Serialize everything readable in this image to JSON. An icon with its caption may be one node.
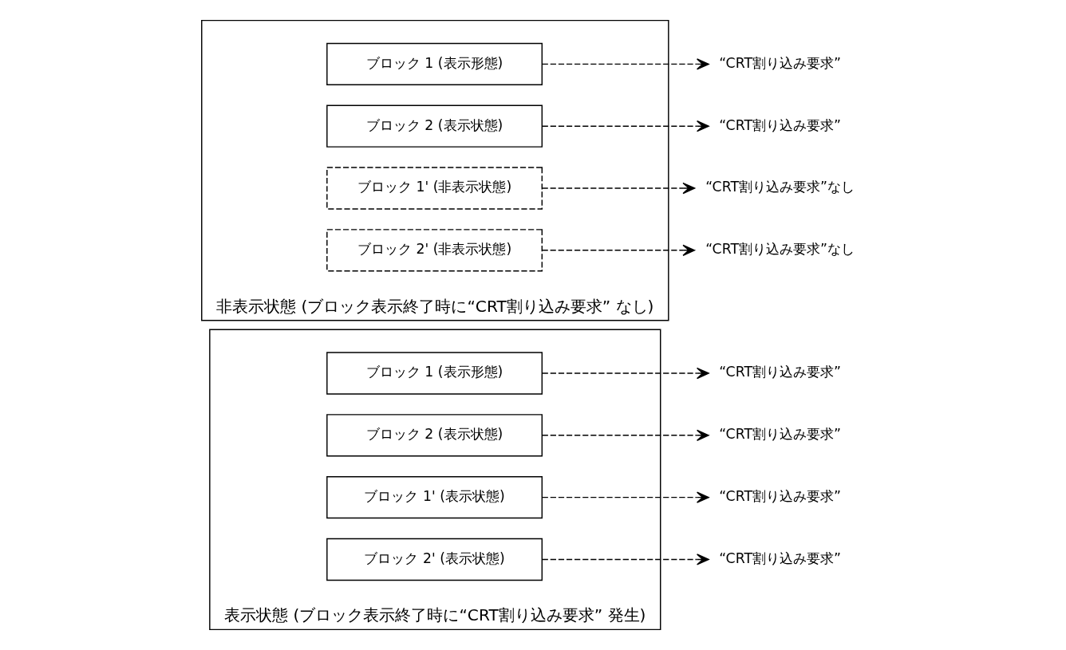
{
  "diagram": {
    "nodes": [
      {
        "text": [
          "表示状態 (ブロック表示終了時に“CRT割り込み要求” 発生)"
        ]
      },
      {
        "text": [
          "ブロック 1 (表示形態)"
        ],
        "in": 0
      },
      {
        "text": [
          "ブロック 2 (表示状態)"
        ],
        "in": 0
      },
      {
        "text": [
          "ブロック 1' (表示状態)"
        ],
        "in": 0
      },
      {
        "text": [
          "ブロック 2' (表示状態)"
        ],
        "in": 0
      },
      {
        "text": [
          "“CRT割り込み要求”"
        ]
      },
      {
        "text": [
          "“CRT割り込み要求”"
        ]
      },
      {
        "text": [
          "“CRT割り込み要求”"
        ]
      },
      {
        "text": [
          "“CRT割り込み要求”"
        ]
      },
      {
        "text": [
          "非表示状態 (ブロック表示終了時に“CRT割り込み要求” なし)"
        ]
      },
      {
        "text": [
          "ブロック 1 (表示形態)"
        ],
        "in": 9
      },
      {
        "text": [
          "ブロック 2 (表示状態)"
        ],
        "in": 9
      },
      {
        "text": [
          "ブロック 1' (非表示状態)"
        ],
        "in": 9
      },
      {
        "text": [
          "ブロック 2' (非表示状態)"
        ],
        "in": 9
      },
      {
        "text": [
          "“CRT割り込み要求”"
        ]
      },
      {
        "text": [
          "“CRT割り込み要求”"
        ]
      },
      {
        "text": [
          "“CRT割り込み要求”なし"
        ]
      },
      {
        "text": [
          "“CRT割り込み要求”なし"
        ]
      }
    ],
    "edges": [
      {
        "from": 1,
        "to": 5,
        "arrow": "to",
        "style": "dashed"
      },
      {
        "from": 2,
        "to": 6,
        "arrow": "to",
        "style": "dashed"
      },
      {
        "from": 3,
        "to": 7,
        "arrow": "to",
        "style": "dashed"
      },
      {
        "from": 4,
        "to": 8,
        "arrow": "to",
        "style": "dashed"
      },
      {
        "from": 10,
        "to": 14,
        "arrow": "to",
        "style": "dashed"
      },
      {
        "from": 11,
        "to": 15,
        "arrow": "to",
        "style": "dashed"
      },
      {
        "from": 12,
        "to": 16,
        "arrow": "to",
        "style": "dashed"
      },
      {
        "from": 13,
        "to": 17,
        "arrow": "to",
        "style": "dashed"
      }
    ]
  }
}
